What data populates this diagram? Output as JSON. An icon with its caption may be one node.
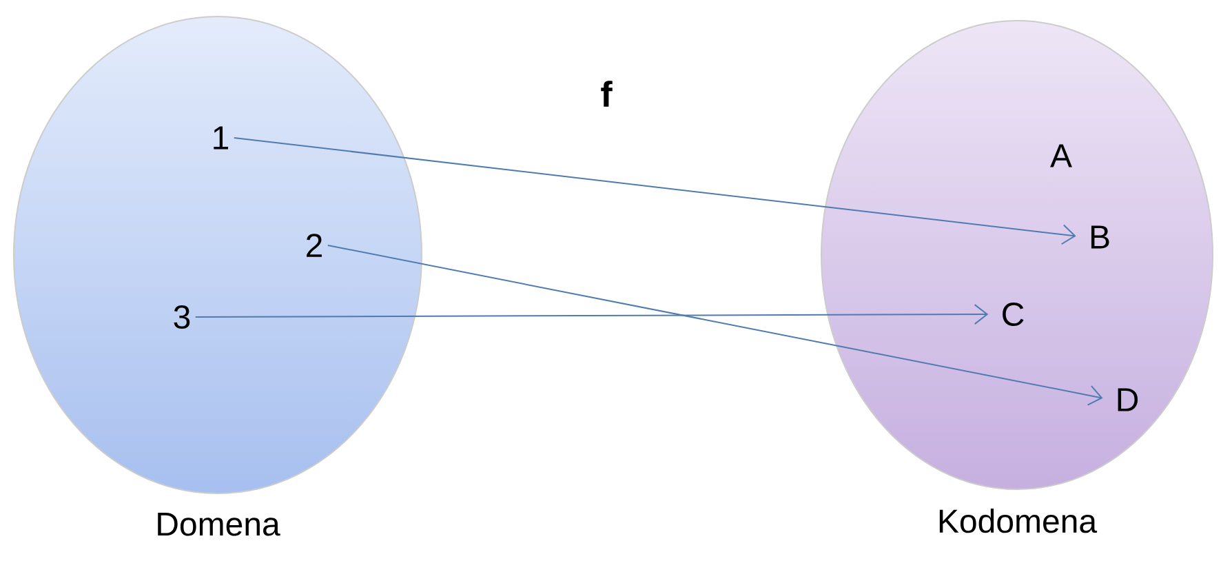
{
  "diagram": {
    "nodes": [
      {
        "text": [
          "Domena"
        ]
      },
      {
        "text": [
          "1"
        ],
        "in": 0
      },
      {
        "text": [
          "2"
        ],
        "in": 0
      },
      {
        "text": [
          "3"
        ],
        "in": 0
      },
      {
        "text": [
          "Kodomena"
        ]
      },
      {
        "text": [
          "A"
        ],
        "in": 4
      },
      {
        "text": [
          "B"
        ],
        "in": 4
      },
      {
        "text": [
          "C"
        ],
        "in": 4
      },
      {
        "text": [
          "D"
        ],
        "in": 4
      }
    ],
    "edges": [
      {
        "from": 1,
        "to": 6,
        "arrow": "to"
      },
      {
        "from": 2,
        "to": 8,
        "arrow": "to"
      },
      {
        "from": 3,
        "to": 7,
        "arrow": "to"
      }
    ],
    "labels": [
      "f"
    ]
  }
}
